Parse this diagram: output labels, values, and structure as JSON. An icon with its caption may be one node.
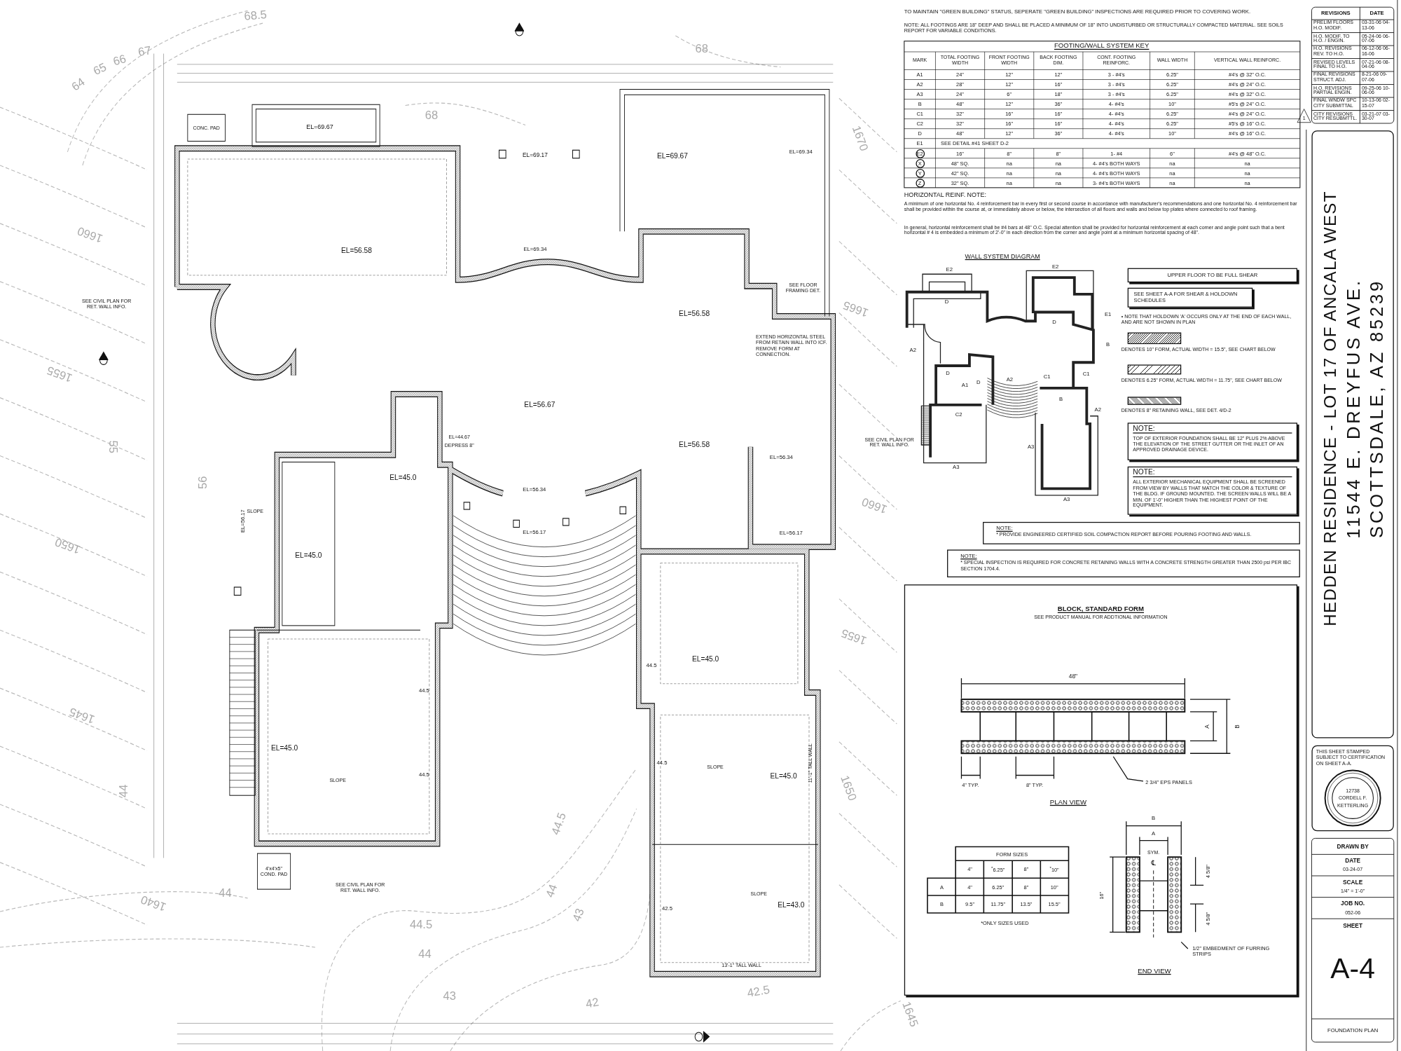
{
  "diagram": {
    "nodes": [
      {
        "text": [
          "UPPER FLOOR TO BE FULL SHEAR"
        ]
      },
      {
        "text": [
          "SEE SHEET A-A FOR SHEAR & HOLDOWN SCHEDULES"
        ]
      },
      {
        "text": [
          "NOTE:",
          "TOP OF EXTERIOR FOUNDATION SHALL BE 12\" PLUS 2% ABOVE THE ELEVATION OF THE STREET GUTTER OR THE INLET OF AN APPROVED DRAINAGE DEVICE."
        ]
      },
      {
        "text": [
          "NOTE:",
          "ALL EXTERIOR MECHANICAL EQUIPMENT SHALL BE SCREENED FROM VIEW BY WALLS THAT MATCH THE COLOR & TEXTURE OF THE BLDG. IF GROUND MOUNTED. THE SCREEN WALLS WILL BE A MIN. OF 1'-0\" HIGHER THAN THE HIGHEST POINT OF THE EQUIPMENT."
        ]
      },
      {
        "text": [
          "NOTE:",
          "* PROVIDE ENGINEERED CERTIFIED SOIL COMPACTION REPORT BEFORE POURING FOOTING AND WALLS."
        ]
      },
      {
        "text": [
          "NOTE:",
          "* SPECIAL INSPECTION IS REQUIRED FOR CONCRETE RETAINING WALLS WITH A CONCRETE STRENGTH GREATER THAN 2500 psi PER IBC SECTION 1704.4."
        ]
      },
      {
        "text": [
          "BLOCK, STANDARD FORM",
          "SEE PRODUCT MANUAL FOR ADDTIONAL INFORMATION"
        ]
      },
      {
        "text": [
          "HEDDEN RESIDENCE - LOT 17 OF ANCALA WEST",
          "11544 E. DREYFUS AVE.",
          "SCOTTSDALE, AZ 85239"
        ]
      },
      {
        "text": [
          "THIS SHEET STAMPED SUBJECT TO CERTIFICATION ON SHEET A-A."
        ]
      }
    ],
    "labels": [
      "TO MAINTAIN \"GREEN BUILDING\" STATUS, SEPERATE \"GREEN BUILDING\" INSPECTIONS ARE REQUIRED PRIOR TO COVERING WORK.",
      "CONC. PAD",
      "EL=69.67",
      "EL=69.17",
      "EL=69.67",
      "EL=69.34",
      "EL=69.34",
      "EL=56.58",
      "SEE FLOOR FRAMING DET.",
      "EL=56.58",
      "SEE CIVIL PLAN FOR RET. WALL INFO.",
      "EXTEND HORIZONTAL STEEL FROM RETAIN WALL INTO ICF. REMOVE FORM AT CONNECTION.",
      "EL=56.67",
      "EL=44.67",
      "DEPRESS 8\"",
      "EL=56.58",
      "SEE CIVIL PLAN FOR RET. WALL INFO.",
      "EL=45.0",
      "EL=56.34",
      "EL=56.34",
      "EL=56.17",
      "EL=56.17",
      "EL=56.17",
      "EL=45.0",
      "EL=45.0",
      "44.5",
      "44.5",
      "EL=45.0",
      "11'-1\" TALL WALL",
      "44.5",
      "44.5",
      "EL=45.0",
      "4'x4'x5\" COND. PAD",
      "SEE CIVIL PLAN FOR RET. WALL INFO.",
      "42.5",
      "EL=43.0",
      "13'-1\" TALL WALL",
      "64",
      "65",
      "66",
      "67",
      "68.5",
      "68",
      "68",
      "1670",
      "1660",
      "1665",
      "1655",
      "55",
      "56",
      "1660",
      "1650",
      "1655",
      "1645",
      "1650",
      "44",
      "1640",
      "44",
      "44.5",
      "44",
      "43",
      "44.5",
      "44",
      "43",
      "42",
      "42.5",
      "1645",
      "SLOPE",
      "SLOPE",
      "SLOPE",
      "SLOPE",
      "NOTE: ALL FOOTINGS ARE 18\" DEEP AND SHALL BE PLACED A MINIMUM OF 18\" INTO UNDISTURBED OR STRUCTURALLY COMPACTED MATERIAL. SEE SOILS REPORT FOR VARIABLE CONDITIONS.",
      "FOOTING/WALL SYSTEM KEY",
      "MARK",
      "TOTAL FOOTING WIDTH",
      "FRONT FOOTING WIDTH",
      "BACK FOOTING DIM.",
      "CONT. FOOTING REINFORC.",
      "WALL WIDTH",
      "VERTICAL WALL REINFORC.",
      "A1",
      "24\"",
      "12\"",
      "12\"",
      "3 - #4's",
      "6.25\"",
      "#4's @ 32\" O.C.",
      "A2",
      "28\"",
      "12\"",
      "16\"",
      "3 - #4's",
      "6.25\"",
      "#4's @ 24\" O.C.",
      "A3",
      "24\"",
      "6\"",
      "18\"",
      "3 - #4's",
      "6.25\"",
      "#4's @ 32\" O.C.",
      "B",
      "48\"",
      "12\"",
      "36\"",
      "4- #4's",
      "10\"",
      "#5's @ 24\" O.C.",
      "C1",
      "32\"",
      "16\"",
      "16\"",
      "4- #4's",
      "6.25\"",
      "#4's @ 24\" O.C.",
      "C2",
      "32\"",
      "16\"",
      "16\"",
      "4- #4's",
      "6.25\"",
      "#5's @ 16\" O.C.",
      "D",
      "48\"",
      "12\"",
      "36\"",
      "4- #4's",
      "10\"",
      "#4's @ 16\" O.C.",
      "E1",
      "SEE DETAIL #41 SHEET D-2",
      "E2",
      "16\"",
      "8\"",
      "8\"",
      "1- #4",
      "6\"",
      "#4's @ 48\" O.C.",
      "X",
      "48\" SQ.",
      "na",
      "na",
      "4- #4's BOTH WAYS",
      "na",
      "na",
      "Y",
      "42\" SQ.",
      "na",
      "na",
      "4- #4's BOTH WAYS",
      "na",
      "na",
      "Z",
      "32\" SQ.",
      "na",
      "na",
      "3- #4's BOTH WAYS",
      "na",
      "na",
      "HORIZONTAL REINF. NOTE:",
      "A minimum of one horizontal No. 4 reinforcement bar in every first or second course in accordance with manufacturer's recommendations and one horizontal No. 4 reinforcement bar shall be provided within the course at, or immediately above or below, the intersection of all floors and walls and below top plates where connected to roof framing.",
      "In general, horizontal reinforcement shall be #4 bars at 48\" O.C. Special attention shall be provided for horizontal reinforcement at each corner and angle point such that a bent horizontal # 4 is embedded a minimum of 2'-0\" in each direction from the corner and angle point at a minimum horizontal spacing of 48\".",
      "WALL SYSTEM DIAGRAM",
      "E2",
      "E2",
      "D",
      "D",
      "E1",
      "B",
      "A2",
      "D",
      "A1",
      "D",
      "A2",
      "C1",
      "C1",
      "B",
      "A2",
      "C2",
      "A3",
      "A3",
      "A3",
      "• NOTE THAT HOLDOWN 'A' OCCURS ONLY AT THE END OF EACH WALL, AND ARE NOT SHOWN IN PLAN",
      "REVISIONS",
      "DATE",
      "PRELIM FLOORS H.O. MODIF.",
      "03-31-06 04-13-06",
      "H.O. MODIF. TO H.O. / ENGIN.",
      "05-24-06 06-07-06",
      "H.O. REVISIONS REV. TO H.O.",
      "06-12-06 06-16-06",
      "REVISED LEVELS FINAL TO H.O.",
      "07-21-06 08-04-06",
      "FINAL REVISIONS STRUCT. ADJ.",
      "8-21-06 09-07-06",
      "H.O. REVISIONS PARTIAL ENGIN.",
      "09-25-06 10-06-06",
      "FINAL WNDW SPC CITY SUBMITTAL",
      "10-13-06 02-15-07",
      "CITY REVISIONS CITY RESUBMTTL.",
      "03-21-07 03-30-07",
      "1",
      "12738",
      "CORDELL F.",
      "KETTERLING",
      "48\"",
      "A",
      "B",
      "4\" TYP.",
      "8\" TYP.",
      "2 3/4\" EPS PANELS",
      "PLAN VIEW",
      "FORM SIZES",
      "4\"",
      "$^{*}$6.25\"",
      "8\"",
      "$^{*}$10\"",
      "A",
      "4\"",
      "6.25\"",
      "8\"",
      "10\"",
      "B",
      "9.5\"",
      "11.75\"",
      "13.5\"",
      "15.5\"",
      "*ONLY SIZES USED",
      "B",
      "A",
      "SYM.",
      "℄",
      "16\"",
      "4 5/8\"",
      "4 5/8\"",
      "1/2\" EMBEDMENT OF FURRING STRIPS",
      "END VIEW",
      "DRAWN BY",
      "DATE",
      "03-24-07",
      "SCALE",
      "1/4\" = 1'-0\"",
      "JOB NO.",
      "052-06",
      "SHEET",
      "A-4",
      "FOUNDATION PLAN"
    ],
    "legend": [
      {
        "text": "DENOTES 10\" FORM, ACTUAL WIDTH = 15.5\", SEE CHART BELOW"
      },
      {
        "text": "DENOTES 6.25\" FORM, ACTUAL WIDTH = 11.75\", SEE CHART BELOW"
      },
      {
        "text": "DENOTES 8\" RETAINING WALL, SEE DET. 4/D-2"
      }
    ]
  }
}
